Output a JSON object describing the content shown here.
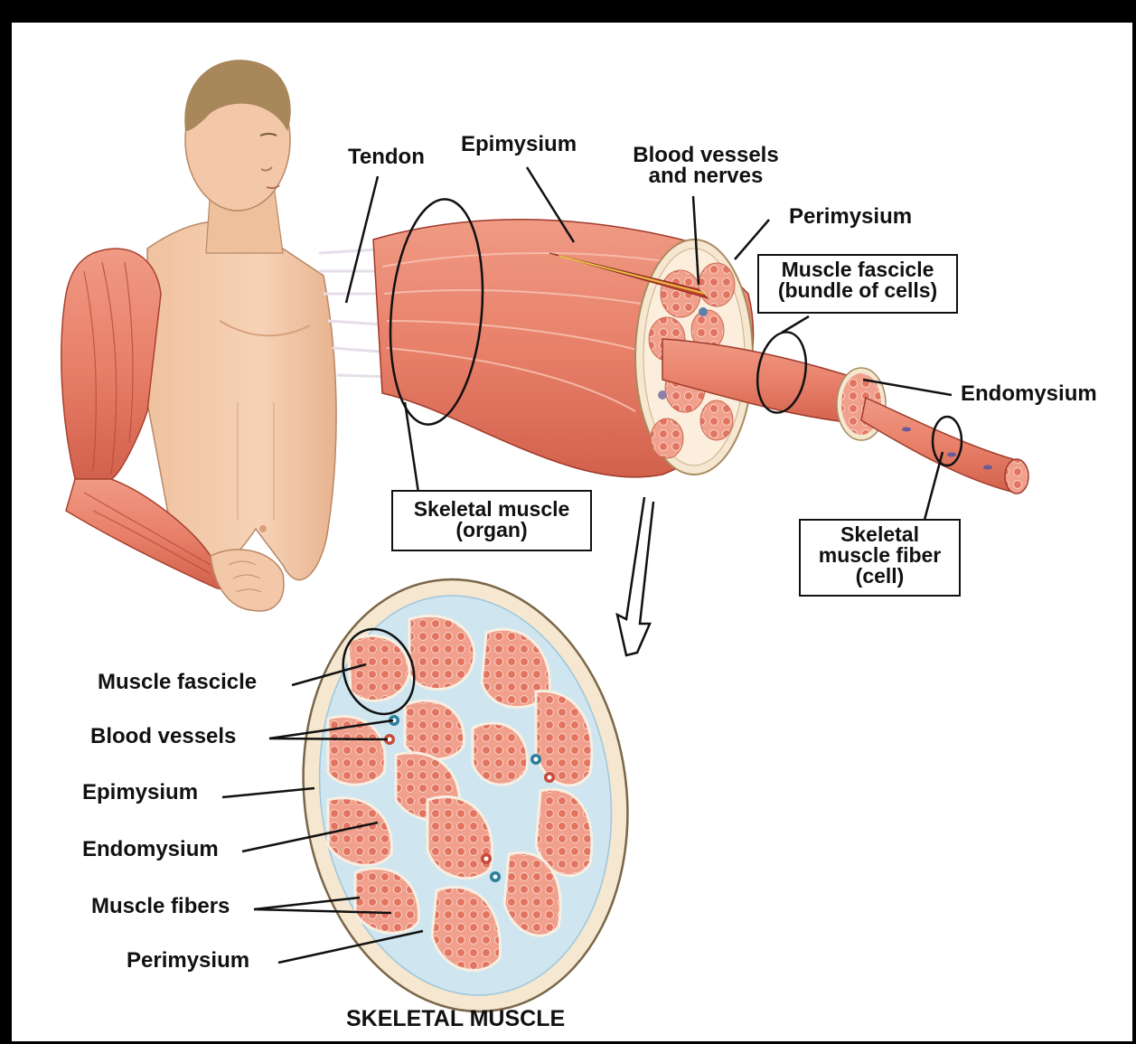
{
  "labels": {
    "tendon": "Tendon",
    "epimysium_top": "Epimysium",
    "blood_vessels_nerves_1": "Blood vessels",
    "blood_vessels_nerves_2": "and nerves",
    "perimysium_top": "Perimysium",
    "muscle_fascicle_1": "Muscle fascicle",
    "muscle_fascicle_2": "(bundle of cells)",
    "endomysium_right": "Endomysium",
    "skeletal_muscle_organ_1": "Skeletal muscle",
    "skeletal_muscle_organ_2": "(organ)",
    "skeletal_fiber_1": "Skeletal",
    "skeletal_fiber_2": "muscle fiber",
    "skeletal_fiber_3": "(cell)",
    "cs_muscle_fascicle": "Muscle fascicle",
    "cs_blood_vessels": "Blood vessels",
    "cs_epimysium": "Epimysium",
    "cs_endomysium": "Endomysium",
    "cs_muscle_fibers": "Muscle fibers",
    "cs_perimysium": "Perimysium",
    "caption": "SKELETAL MUSCLE"
  },
  "colors": {
    "muscle": "#e8806a",
    "muscle_dark": "#c9523f",
    "muscle_light": "#f4b09c",
    "connective": "#f5e7d0",
    "perimysium_blue": "#a9cfe3",
    "skin": "#f3c8a8",
    "hair": "#a8875a"
  }
}
